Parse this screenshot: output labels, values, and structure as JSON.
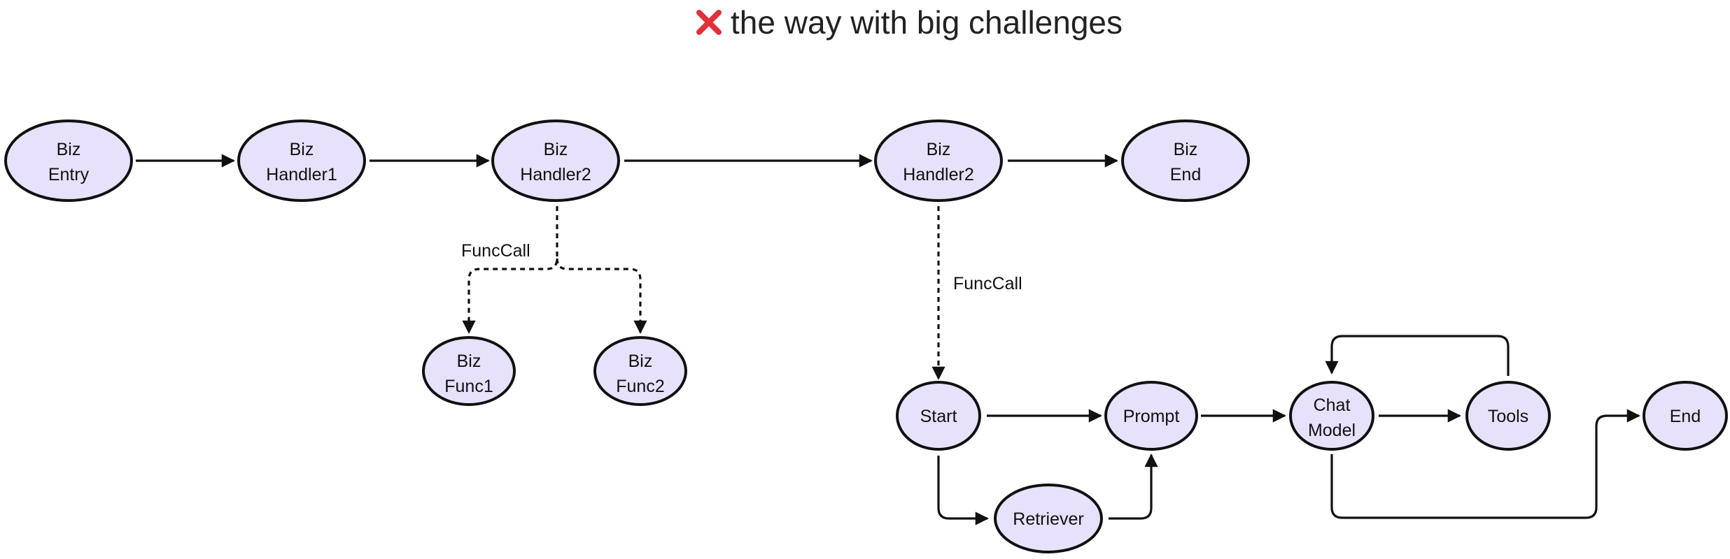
{
  "title": {
    "icon": "cross-mark-icon",
    "icon_color": "#e0323a",
    "text": "the way with big challenges"
  },
  "colors": {
    "node_fill": "#e8e1fb",
    "stroke": "#111111"
  },
  "nodes": {
    "biz_entry": [
      "Biz",
      "Entry"
    ],
    "biz_handler1": [
      "Biz",
      "Handler1"
    ],
    "biz_handler2_a": [
      "Biz",
      "Handler2"
    ],
    "biz_handler2_b": [
      "Biz",
      "Handler2"
    ],
    "biz_end": [
      "Biz",
      "End"
    ],
    "biz_func1": [
      "Biz",
      "Func1"
    ],
    "biz_func2": [
      "Biz",
      "Func2"
    ],
    "start": [
      "Start"
    ],
    "prompt": [
      "Prompt"
    ],
    "retriever": [
      "Retriever"
    ],
    "chat_model": [
      "Chat",
      "Model"
    ],
    "tools": [
      "Tools"
    ],
    "end": [
      "End"
    ]
  },
  "edge_labels": {
    "funccall_left": "FuncCall",
    "funccall_right": "FuncCall"
  }
}
